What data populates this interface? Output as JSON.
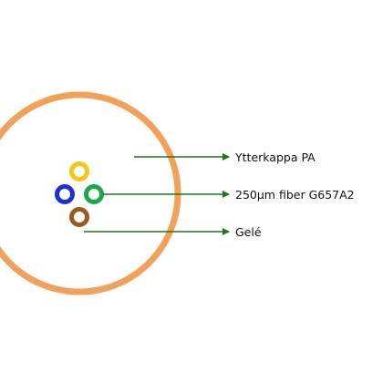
{
  "labels": {
    "outer_jacket": "Ytterkappa PA",
    "fiber": "250µm fiber G657A2",
    "gel": "Gelé"
  },
  "colors": {
    "jacket": "#f2a15a",
    "fiber_yellow": "#f5c518",
    "fiber_blue": "#1f2fd6",
    "fiber_green": "#1aa84a",
    "fiber_brown": "#9a5a1e",
    "leader_line": "#1a7a1a",
    "text": "#111111",
    "background": "#ffffff"
  },
  "fibers": [
    {
      "name": "yellow-fiber",
      "color_key": "fiber_yellow"
    },
    {
      "name": "blue-fiber",
      "color_key": "fiber_blue"
    },
    {
      "name": "green-fiber",
      "color_key": "fiber_green"
    },
    {
      "name": "brown-fiber",
      "color_key": "fiber_brown"
    }
  ]
}
